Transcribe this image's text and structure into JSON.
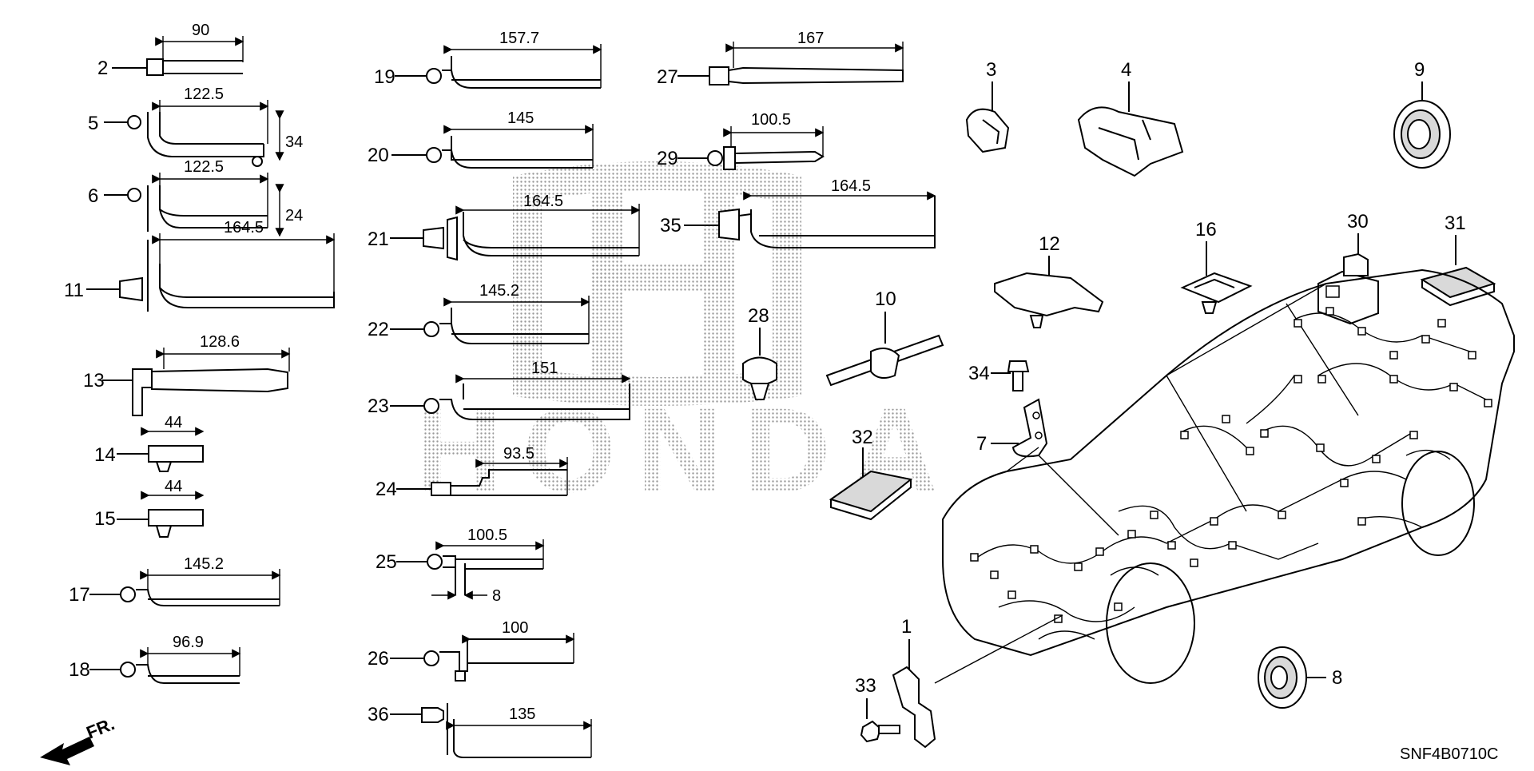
{
  "watermark": {
    "brand": "HONDA"
  },
  "footer": {
    "code": "SNF4B0710C",
    "direction_label": "FR."
  },
  "parts": [
    {
      "label": "2",
      "dim": "90"
    },
    {
      "label": "5",
      "dim": "122.5",
      "dim2": "34"
    },
    {
      "label": "6",
      "dim": "122.5",
      "dim2": "24"
    },
    {
      "label": "11",
      "dim": "164.5"
    },
    {
      "label": "13",
      "dim": "128.6"
    },
    {
      "label": "14",
      "dim": "44"
    },
    {
      "label": "15",
      "dim": "44"
    },
    {
      "label": "17",
      "dim": "145.2"
    },
    {
      "label": "18",
      "dim": "96.9"
    },
    {
      "label": "19",
      "dim": "157.7"
    },
    {
      "label": "20",
      "dim": "145"
    },
    {
      "label": "21",
      "dim": "164.5"
    },
    {
      "label": "22",
      "dim": "145.2"
    },
    {
      "label": "23",
      "dim": "151"
    },
    {
      "label": "24",
      "dim": "93.5"
    },
    {
      "label": "25",
      "dim": "100.5",
      "dim2": "8"
    },
    {
      "label": "26",
      "dim": "100"
    },
    {
      "label": "36",
      "dim": "135"
    },
    {
      "label": "27",
      "dim": "167"
    },
    {
      "label": "29",
      "dim": "100.5"
    },
    {
      "label": "35",
      "dim": "164.5"
    },
    {
      "label": "28"
    },
    {
      "label": "10"
    },
    {
      "label": "32"
    },
    {
      "label": "3"
    },
    {
      "label": "4"
    },
    {
      "label": "9"
    },
    {
      "label": "12"
    },
    {
      "label": "16"
    },
    {
      "label": "30"
    },
    {
      "label": "31"
    },
    {
      "label": "34"
    },
    {
      "label": "7"
    },
    {
      "label": "1"
    },
    {
      "label": "33"
    },
    {
      "label": "8"
    }
  ]
}
